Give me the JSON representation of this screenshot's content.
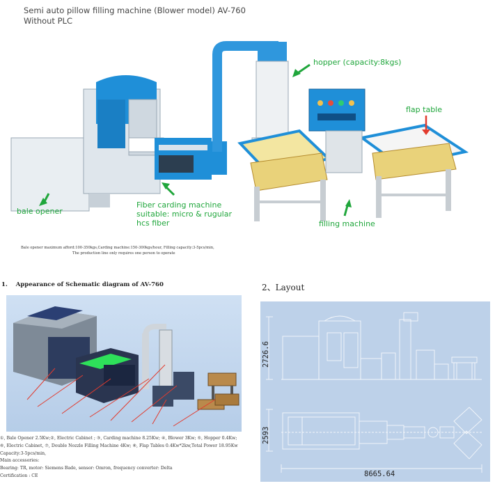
{
  "header": {
    "title_line1": "Semi auto pillow filling machine (Blower model) AV-760",
    "title_line2": "Without PLC"
  },
  "photo_labels": {
    "hopper": "hopper (capacity:8kgs)",
    "flap_table": "flap table",
    "bale_opener": "bale opener",
    "carding_line1": "Fiber carding machine",
    "carding_line2": "suitable: micro & rugular",
    "carding_line3": "hcs fiber",
    "filling_machine": "filling machine"
  },
  "capacity_note": {
    "line1": "Bale opener maximum afford:100-350kgs,Carding machine:150-300kgs/hour, Filling capacity:3-5pcs/min,",
    "line2": "The production line only requires one person to operate"
  },
  "schematic": {
    "number": "1.",
    "title": "Appearance of Schematic diagram of AV-760",
    "legend": [
      "①, Bale Opener 2.5Kw;②, Electric Cabinet ; ③, Carding machine 8.25Kw; ④, Blower 3Kw; ⑤, Hopper 0.4Kw;",
      "⑥, Electric Cabinet, ⑦, Double Nozzle Filling Machine 4Kw; ⑧, Flap Tables 0.4Kw*2kw,Total Power 18.95Kw",
      "Capacity:3-5pcs/min,",
      "Main accessories:",
      "Bearing: TR, motor: Siemens Bade, sensor: Omron, frequency converter: Delta",
      "Certification : CE"
    ]
  },
  "layout": {
    "title": "2、Layout",
    "height_dim": "2726.6",
    "width_dim_side": "2593",
    "length_dim": "8665.64"
  },
  "colors": {
    "machine_blue": "#1f8fd8",
    "label_green": "#1fa63b",
    "arrow_green": "#1fa63b",
    "arrow_red": "#e23b2e",
    "layout_bg": "#bdd1e9",
    "schematic_bg": "#c4d8ee"
  }
}
